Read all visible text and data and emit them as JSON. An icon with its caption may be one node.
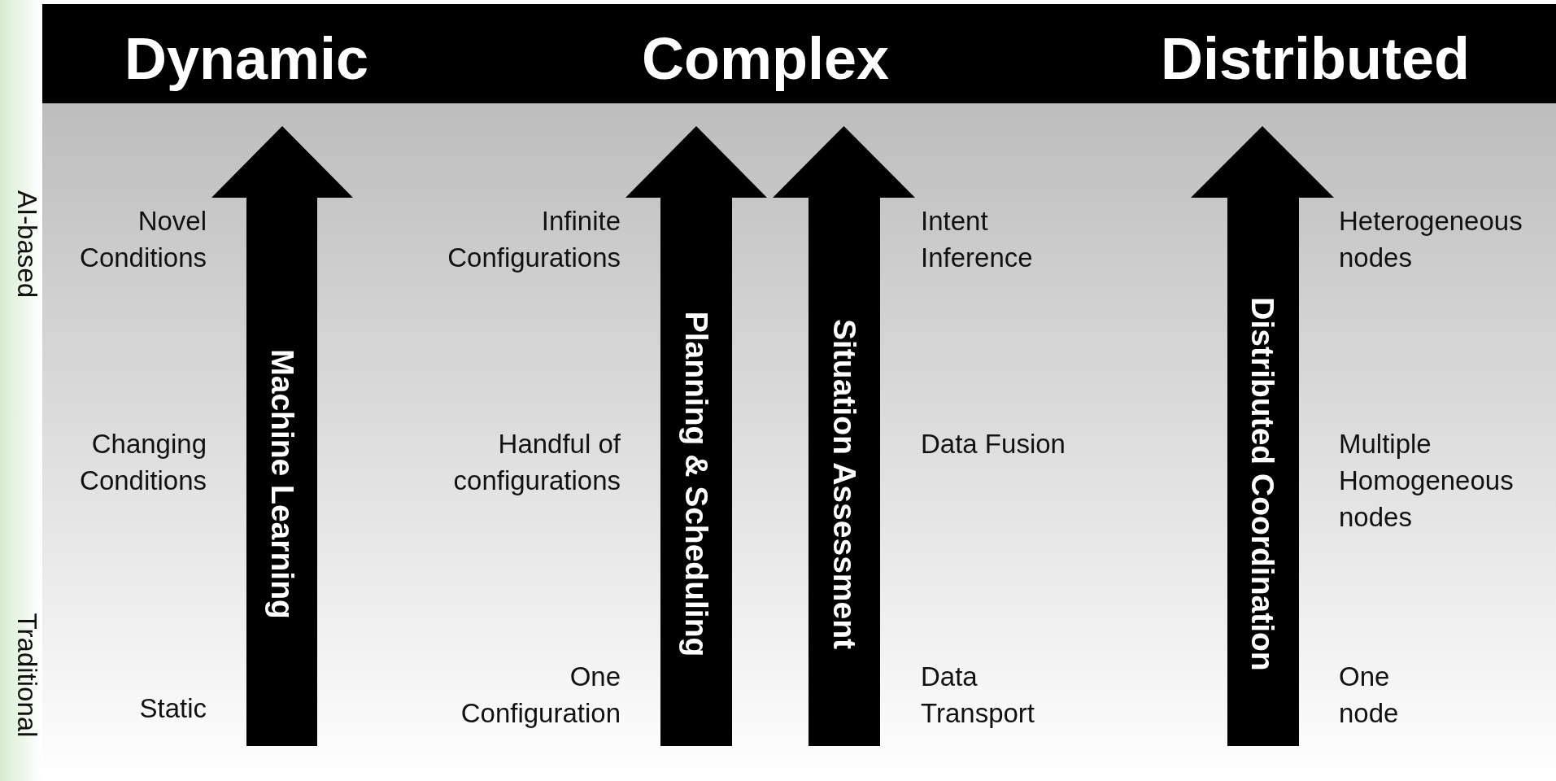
{
  "diagram": {
    "nodes": [
      {
        "text": [
          "Dynamic",
          "Complex",
          "Distributed"
        ]
      },
      {
        "text": [
          "Machine Learning"
        ],
        "beside": [
          "Novel Conditions",
          "Changing Conditions",
          "Static"
        ]
      },
      {
        "text": [
          "Planning & Scheduling"
        ],
        "beside": [
          "Infinite Configurations",
          "Handful of configurations",
          "One Configuration"
        ]
      },
      {
        "text": [
          "Situation Assessment"
        ],
        "beside": [
          "Intent Inference",
          "Data Fusion",
          "Data Transport"
        ]
      },
      {
        "text": [
          "Distributed Coordination"
        ],
        "beside": [
          "Heterogeneous nodes",
          "Multiple Homogeneous nodes",
          "One node"
        ]
      }
    ],
    "labels": [
      "AI-based",
      "Traditional"
    ]
  }
}
